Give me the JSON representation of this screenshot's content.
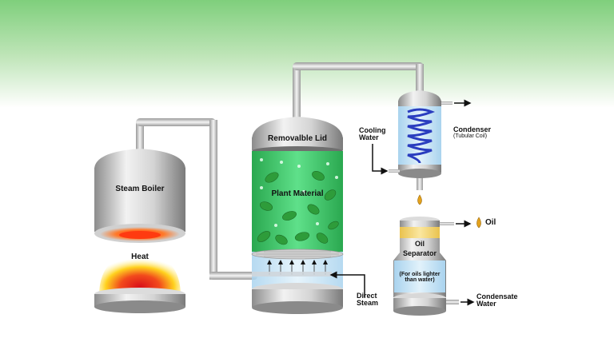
{
  "diagram": {
    "steam_boiler": "Steam Boiler",
    "heat": "Heat",
    "lid": "Removalble Lid",
    "plant_material": "Plant Material",
    "direct_steam": [
      "Direct",
      "Steam"
    ],
    "cooling_water": [
      "Cooling",
      "Water"
    ],
    "condenser": "Condenser",
    "condenser_sub": "(Tubular Coil)",
    "oil": "Oil",
    "oil_separator": [
      "Oil",
      "Separator"
    ],
    "separator_note": [
      "(For oils lighter",
      "than water)"
    ],
    "condensate_water": [
      "Condensate",
      "Water"
    ]
  },
  "colors": {
    "steel_light": "#e8e8e8",
    "steel_dark": "#8a8a8a",
    "plant_green": "#3fcf6a",
    "water_blue": "#cfe8f7",
    "oil_yellow": "#f3d36b",
    "coil_blue": "#2a3dbf",
    "heat_red": "#e8261b"
  }
}
